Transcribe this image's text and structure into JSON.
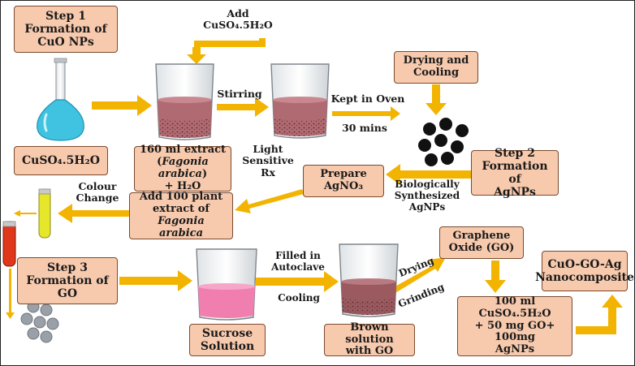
{
  "boxes": {
    "step1": "Step 1\nFormation of\nCuO NPs",
    "cuso4_left": "CuSO₄.5H₂O",
    "extract": {
      "line1": "160 ml extract",
      "species": "Fagonia arabica",
      "line3": "+ H₂O"
    },
    "drying_cooling": "Drying and\nCooling",
    "step2": "Step 2\nFormation of\nAgNPs",
    "prepare_agno3": "Prepare\nAgNO₃",
    "add_plant": {
      "line1": "Add 100 plant",
      "line2_prefix": "extract of ",
      "line2_species": "Fagonia",
      "line3": "arabica"
    },
    "step3": "Step 3\nFormation of\nGO",
    "sucrose": "Sucrose\nSolution",
    "brown": "Brown solution\nwith GO",
    "graphene_oxide": "Graphene\nOxide (GO)",
    "mix": "100 ml CuSO₄.5H₂O\n+ 50 mg GO+ 100mg\nAgNPs",
    "final": "CuO-GO-Ag\nNanocomposite"
  },
  "labels": {
    "add_cuso4": "Add\nCuSO₄.5H₂O",
    "stirring": "Stirring",
    "kept_in_oven": "Kept in Oven",
    "thirty_mins": "30 mins",
    "light_sensitive": "Light\nSensitive\nRx",
    "colour_change": "Colour\nChange",
    "bio_agnps": "Biologically\nSynthesized\nAgNPs",
    "filled_autoclave": "Filled in\nAutoclave",
    "cooling": "Cooling",
    "drying": "Drying",
    "grinding": "Grinding"
  },
  "colors": {
    "arrow": "#f2b400",
    "box_fill": "#f7c9ad",
    "box_border": "#7a4a2e",
    "flask_liquid": "#3fc3e0",
    "extract_liquid": "#b06a72",
    "sucrose_liquid": "#f07fb0",
    "brown_liquid": "#9a5a60",
    "nanoparticle_black": "#111111",
    "nanoparticle_grey": "#9aa0a8",
    "tube_yellow": "#e6e62a",
    "tube_red": "#e0371a"
  },
  "icons": [
    "volumetric-flask-icon",
    "beaker-icon",
    "nanoparticle-cluster-icon",
    "test-tube-icon"
  ]
}
